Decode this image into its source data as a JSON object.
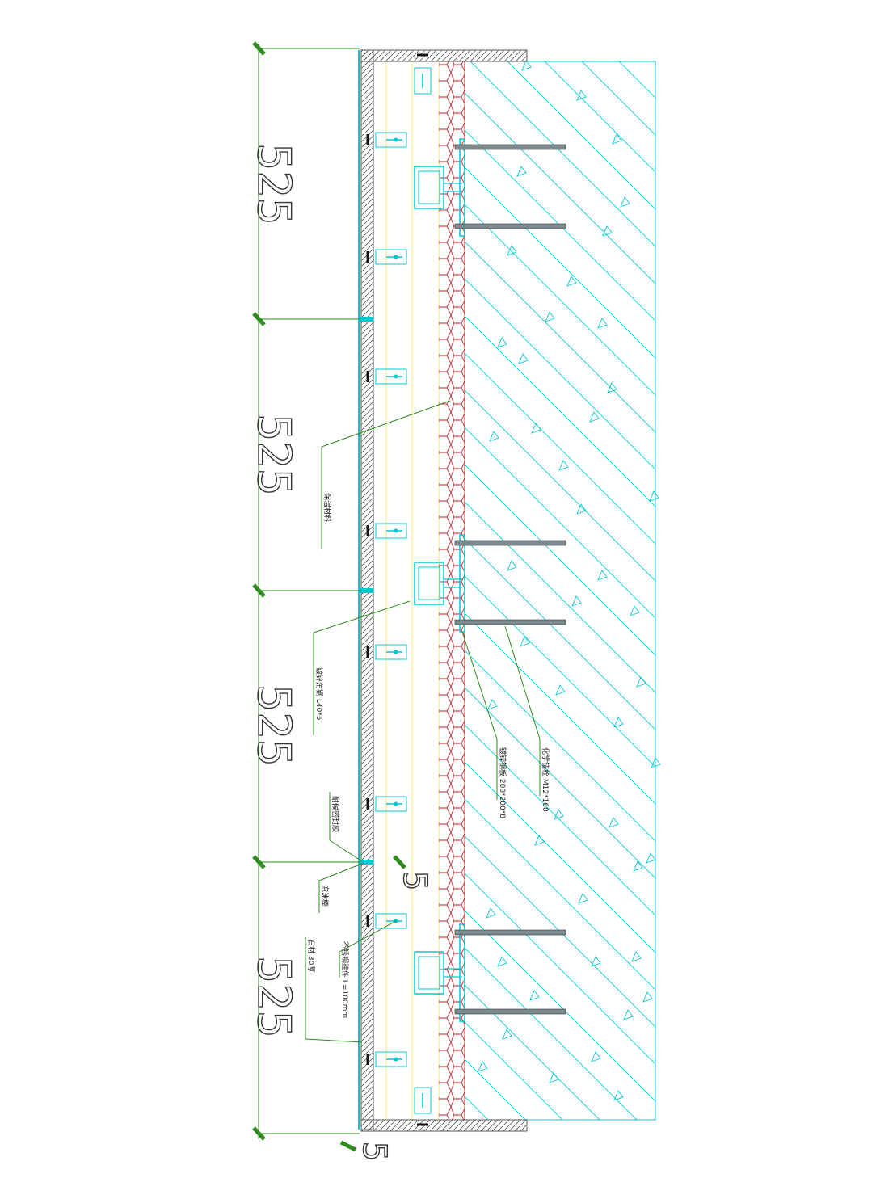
{
  "dimensions": {
    "segments": [
      "525",
      "525",
      "525",
      "525"
    ],
    "joint_width": "5",
    "end_offset": "5"
  },
  "annotations": [
    {
      "id": "insulation",
      "text": "保温材料"
    },
    {
      "id": "steel-keel",
      "text": "镀锌角钢 L40*5"
    },
    {
      "id": "anchor-plate",
      "text": "镀锌钢板 200*200*8"
    },
    {
      "id": "anchor-bolt",
      "text": "化学锚栓 M12*160"
    },
    {
      "id": "sealant",
      "text": "耐候密封胶"
    },
    {
      "id": "foam-rod",
      "text": "泡沫棒"
    },
    {
      "id": "panel",
      "text": "石材 30厚"
    },
    {
      "id": "pendant",
      "text": "不锈钢挂件 L=100mm"
    }
  ],
  "colors": {
    "dimension": "#2e8b1e",
    "leader": "#2e8b1e",
    "concrete": "#00c8d2",
    "insulation": "#c8282d",
    "keel": "#f0e67a",
    "fixings": "#00c8d2",
    "panel": "#555555"
  }
}
